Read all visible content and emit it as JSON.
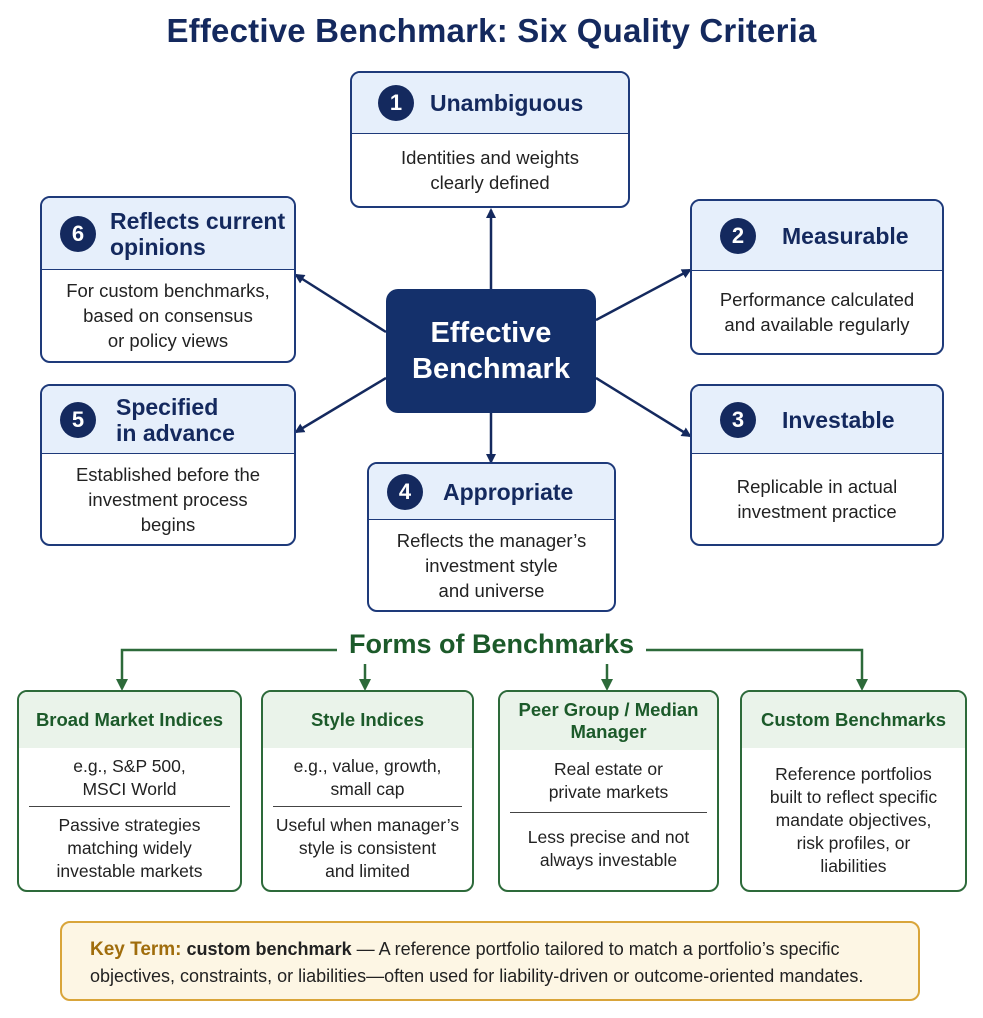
{
  "title": "Effective Benchmark: Six Quality Criteria",
  "center": {
    "label": "Effective\nBenchmark"
  },
  "criteria": [
    {
      "number": "1",
      "title": "Unambiguous",
      "description": "Identities and weights\nclearly defined"
    },
    {
      "number": "2",
      "title": "Measurable",
      "description": "Performance calculated\nand available regularly"
    },
    {
      "number": "3",
      "title": "Investable",
      "description": "Replicable in actual\ninvestment practice"
    },
    {
      "number": "4",
      "title": "Appropriate",
      "description": "Reflects the manager’s\ninvestment style\nand universe"
    },
    {
      "number": "5",
      "title": "Specified\nin advance",
      "description": "Established before the\ninvestment process\nbegins"
    },
    {
      "number": "6",
      "title": "Reflects current\nopinions",
      "description": "For custom benchmarks,\nbased on consensus\nor policy views"
    }
  ],
  "forms": {
    "title": "Forms of Benchmarks",
    "items": [
      {
        "title": "Broad Market Indices",
        "example": "e.g., S&P 500,\nMSCI World",
        "description": "Passive strategies\nmatching widely\ninvestable markets"
      },
      {
        "title": "Style Indices",
        "example": "e.g., value, growth,\nsmall cap",
        "description": "Useful when manager’s\nstyle is consistent\nand limited"
      },
      {
        "title": "Peer Group / Median\nManager",
        "example": "Real estate or\nprivate markets",
        "description": "Less precise and not\nalways investable"
      },
      {
        "title": "Custom Benchmarks",
        "description": "Reference portfolios\nbuilt to reflect specific\nmandate objectives,\nrisk profiles, or\nliabilities"
      }
    ]
  },
  "key_term": {
    "label": "Key Term:",
    "term": "custom benchmark",
    "separator": " — ",
    "definition": "A reference portfolio tailored to match a portfolio’s specific objectives, constraints, or liabilities—often used for liability-driven or outcome-oriented mandates."
  },
  "colors": {
    "navy": "#14295e",
    "criteria_header_bg": "#e6effb",
    "green": "#1c5a2a",
    "forms_header_bg": "#eaf3ea",
    "key_term_border": "#d9a53a",
    "key_term_bg": "#fdf6e4"
  }
}
